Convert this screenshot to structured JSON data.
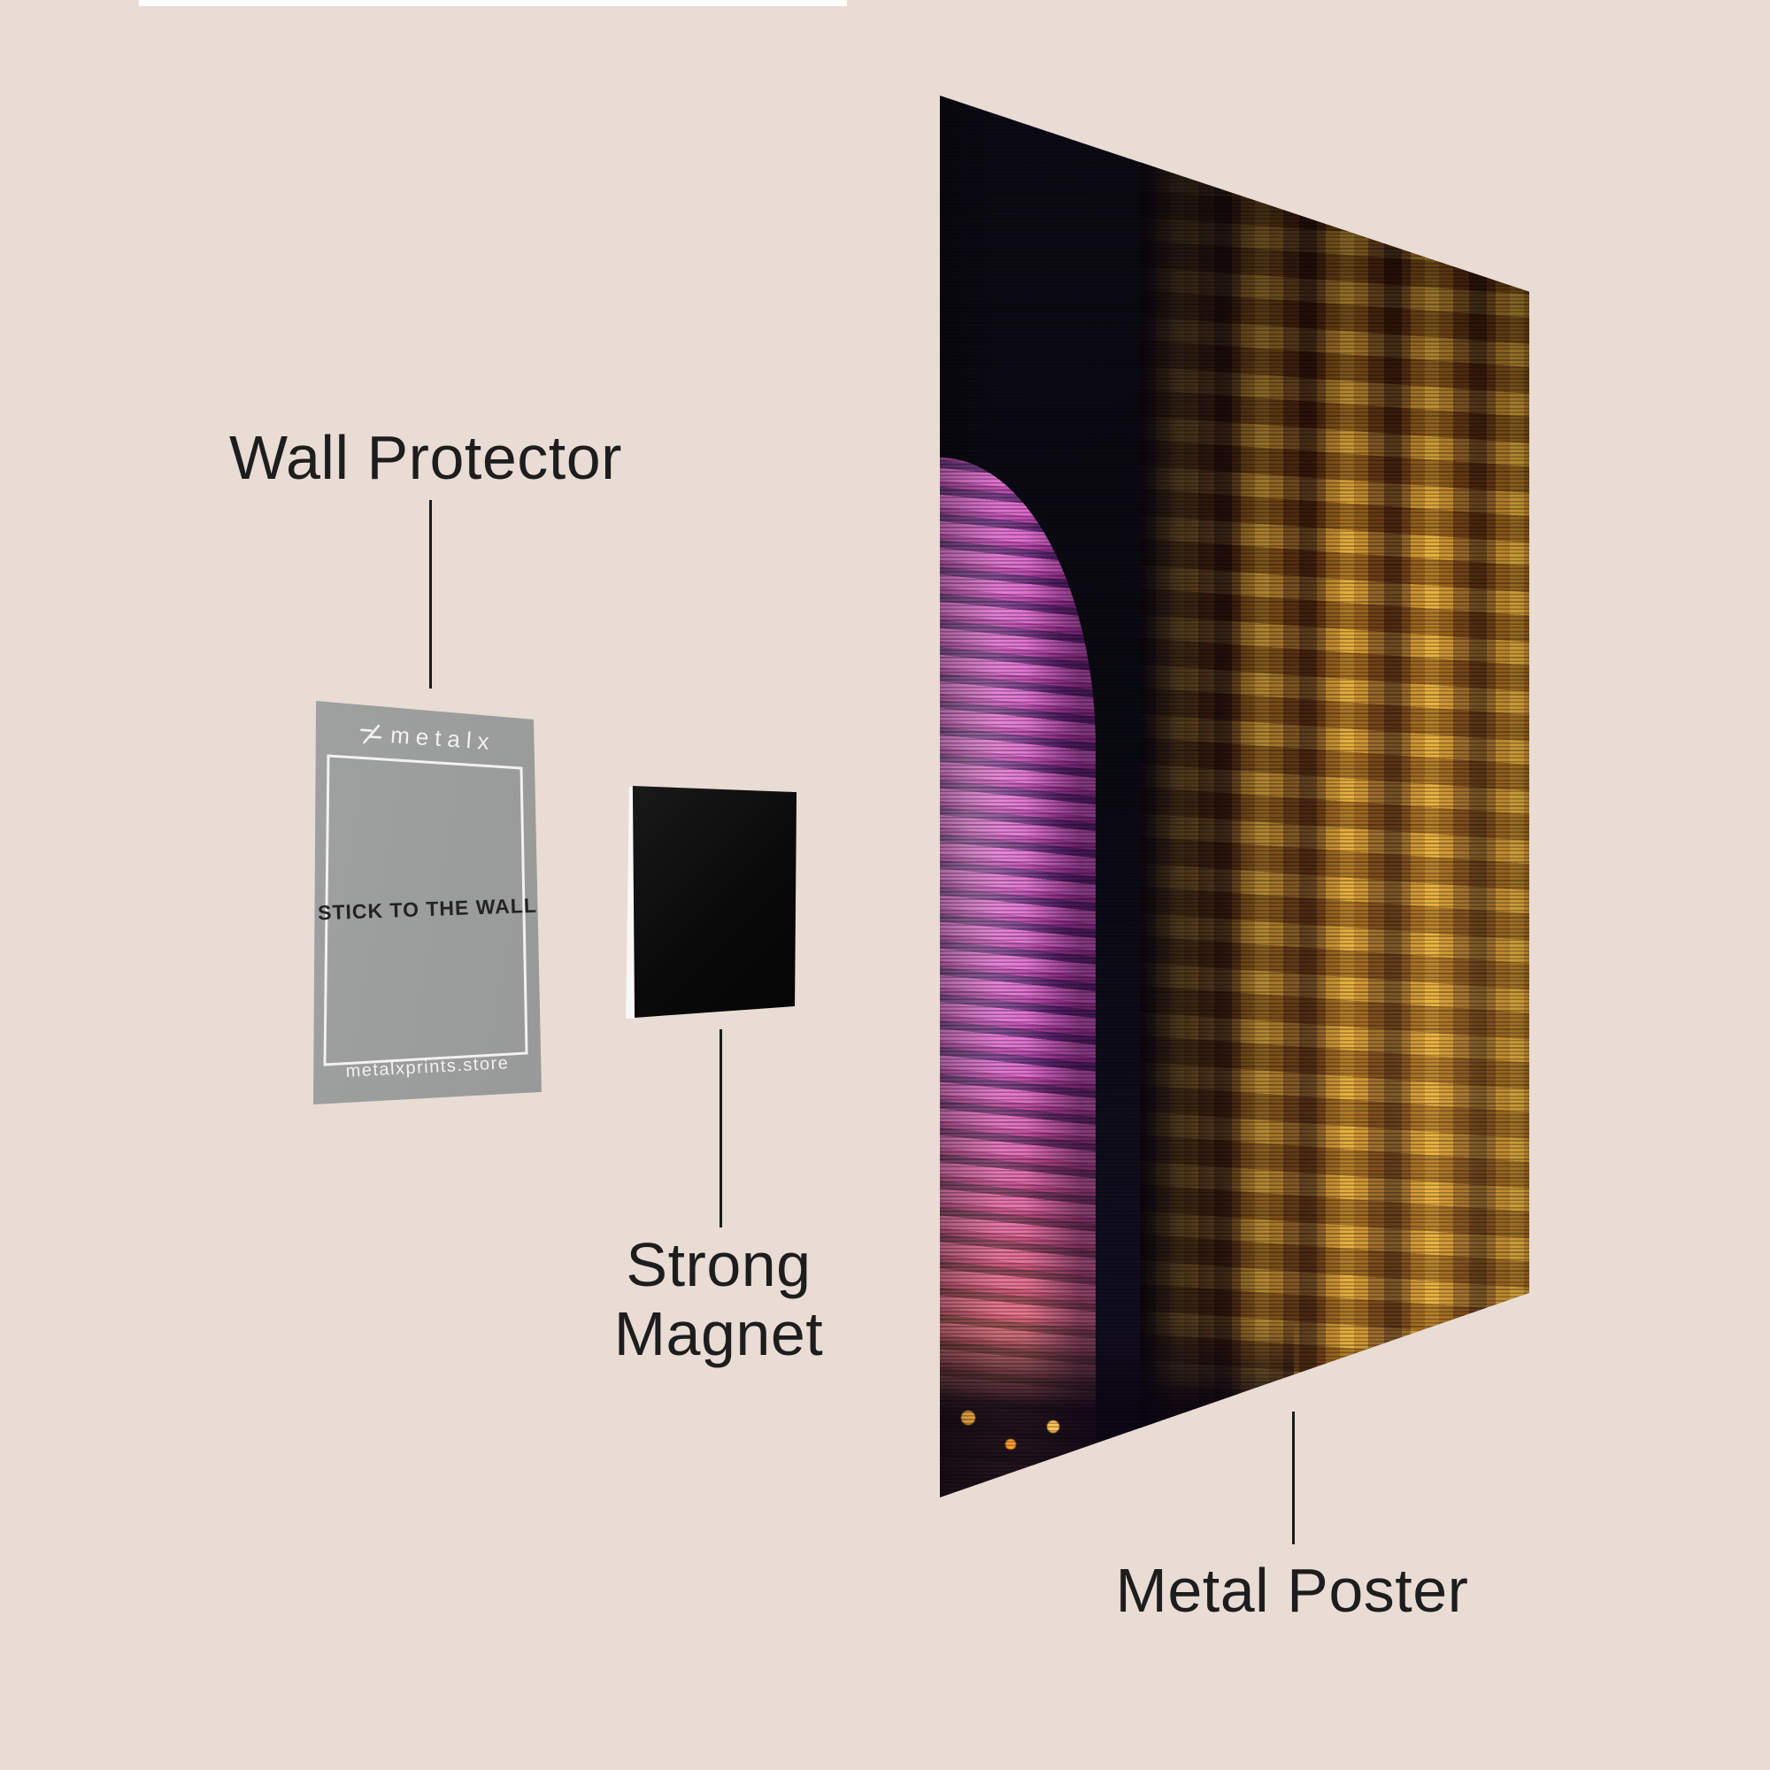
{
  "page": {
    "background_color": "#e9dcd4",
    "top_bar_color": "#ffffff",
    "leader_line_color": "#1a1a1a",
    "label_text_color": "#1d1d1d"
  },
  "labels": {
    "wall_protector": "Wall Protector",
    "strong_magnet": "Strong Magnet",
    "metal_poster": "Metal Poster"
  },
  "card": {
    "brand": "metalx",
    "center_text": "STICK TO THE WALL",
    "footer_text": "metalxprints.store",
    "card_color": "#9a9c9b",
    "logo_color": "#f2f2f0",
    "center_text_color": "#232323",
    "border_color": "#f2f2f0"
  },
  "magnet": {
    "color": "#0c0c0c",
    "edge_highlight_color": "#f8f8f6"
  },
  "poster": {
    "subject": "night cityscape metal print",
    "sky_color": "#0a0a12",
    "tower_pink": "#dd63cc",
    "tower_purple": "#5d2370",
    "tower_glow_orange": "#ff9d2e",
    "building_gold": "#e0a331",
    "building_shadow": "#2e1006",
    "window_glow": "#ffd257"
  }
}
